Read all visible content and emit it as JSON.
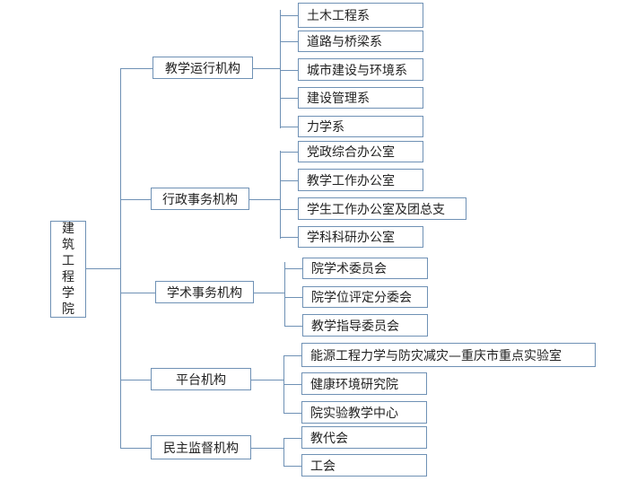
{
  "root": {
    "label": "建筑工程学院"
  },
  "groups": [
    {
      "label": "教学运行机构",
      "items": [
        "土木工程系",
        "道路与桥梁系",
        "城市建设与环境系",
        "建设管理系",
        "力学系"
      ]
    },
    {
      "label": "行政事务机构",
      "items": [
        "党政综合办公室",
        "教学工作办公室",
        "学生工作办公室及团总支",
        "学科科研办公室"
      ]
    },
    {
      "label": "学术事务机构",
      "items": [
        "院学术委员会",
        "院学位评定分委会",
        "教学指导委员会"
      ]
    },
    {
      "label": "平台机构",
      "items": [
        "能源工程力学与防灾减灾—重庆市重点实验室",
        "健康环境研究院",
        "院实验教学中心"
      ]
    },
    {
      "label": "民主监督机构",
      "items": [
        "教代会",
        "工会"
      ]
    }
  ],
  "colors": {
    "line": "#6f91b5",
    "border": "#6f91b5",
    "text": "#222222"
  }
}
